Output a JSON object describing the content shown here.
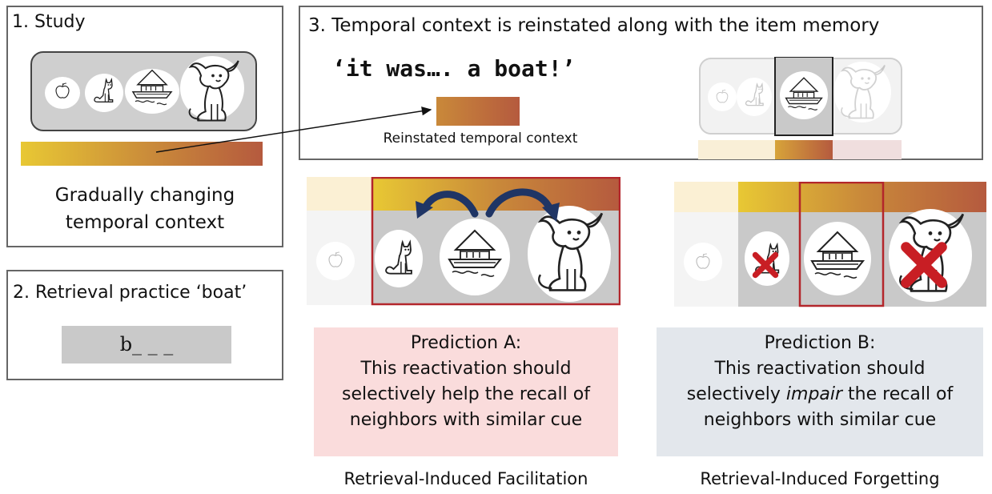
{
  "panel1": {
    "title": "1. Study",
    "caption_line1": "Gradually changing",
    "caption_line2": "temporal context"
  },
  "panel2": {
    "title": "2. Retrieval practice ‘boat’",
    "cue": "b_ _ _"
  },
  "panel3": {
    "title": "3. Temporal context is reinstated along with the item memory",
    "quote": "‘it was…. a boat!’",
    "reinstated_label": "Reinstated temporal context"
  },
  "prediction_a": {
    "heading": "Prediction A:",
    "line1": "This reactivation should",
    "line2": "selectively help the recall of",
    "line3": "neighbors with similar cue",
    "label": "Retrieval-Induced Facilitation",
    "bg_color": "#fadcdc"
  },
  "prediction_b": {
    "heading": "Prediction B:",
    "line1": "This reactivation should",
    "line2_pre": "selectively ",
    "line2_em": "impair",
    "line2_post": " the recall of",
    "line3": "neighbors with similar cue",
    "label": "Retrieval-Induced Forgetting",
    "bg_color": "#e3e7ec"
  },
  "colors": {
    "gradient_start": "#e8c834",
    "gradient_mid": "#c9893a",
    "gradient_end": "#b55a3e",
    "highlight_box": "#b3262b",
    "arrow": "#1f3565",
    "cross": "#c81e24",
    "panel_border": "#666666"
  },
  "icons": [
    "apple-icon",
    "cat-icon",
    "boat-icon",
    "dog-icon"
  ]
}
